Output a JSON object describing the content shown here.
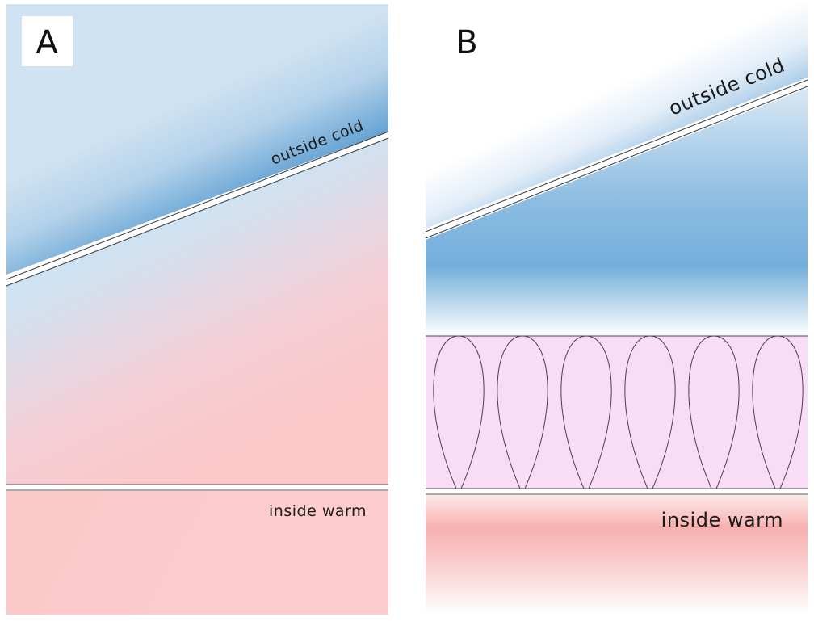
{
  "panels": [
    {
      "label": "A",
      "outside_label": "outside cold",
      "inside_label": "inside warm"
    },
    {
      "label": "B",
      "outside_label": "outside cold",
      "inside_label": "inside warm"
    }
  ],
  "colors": {
    "cold": "#6fa8d6",
    "cold_pale": "#cfe2f1",
    "warm": "#f8b4b4",
    "warm_pale": "#fccccc",
    "insulation_fill": "#f9dcf6",
    "insulation_stroke": "#4a3f4a",
    "boundary_line": "#444444"
  }
}
